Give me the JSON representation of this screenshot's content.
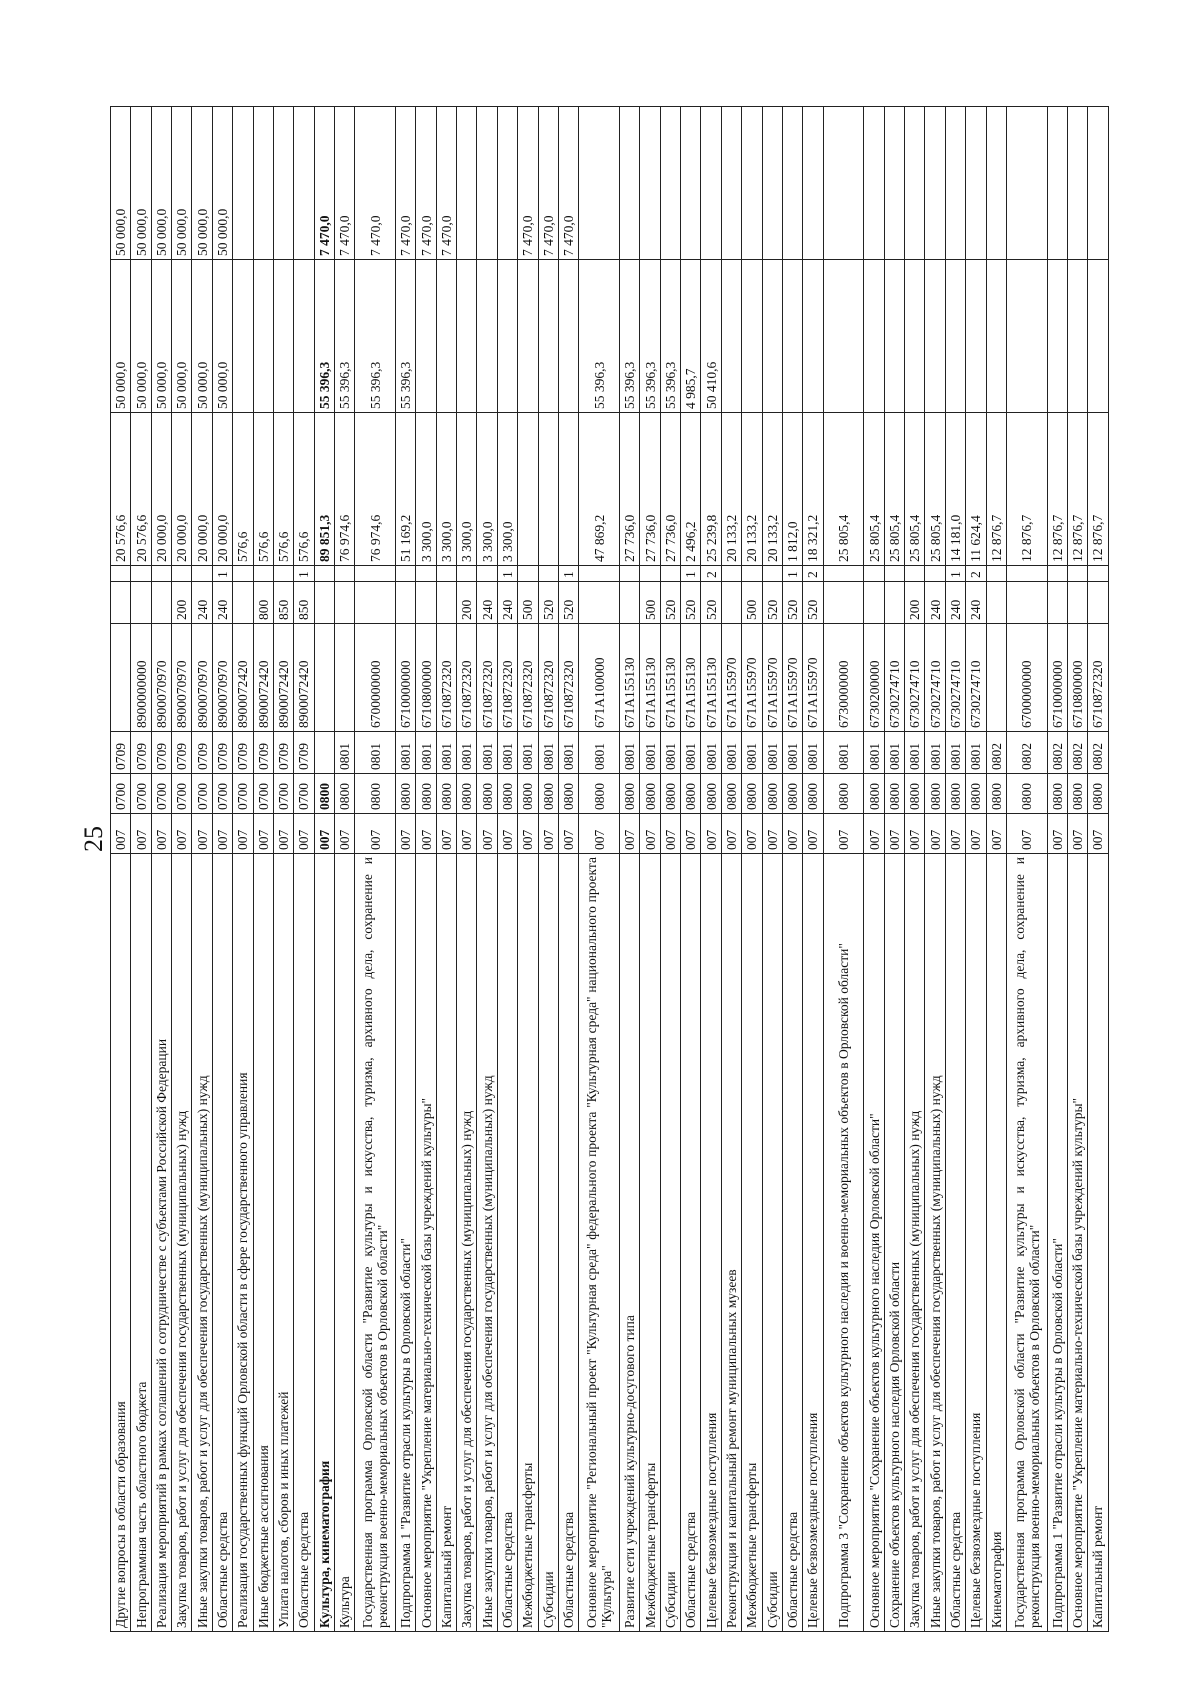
{
  "page": {
    "number": "25"
  },
  "rows": [
    {
      "name": "Другие вопросы в области образования",
      "adm": "007",
      "sec": "0700",
      "sub": "0709",
      "csr": "",
      "vr": "",
      "ms": "",
      "v1": "20 576,6",
      "v2": "50 000,0",
      "v3": "50 000,0"
    },
    {
      "name": "Непрограммная часть областного бюджета",
      "adm": "007",
      "sec": "0700",
      "sub": "0709",
      "csr": "8900000000",
      "vr": "",
      "ms": "",
      "v1": "20 576,6",
      "v2": "50 000,0",
      "v3": "50 000,0"
    },
    {
      "name": "Реализация мероприятий в рамках соглашений о сотрудничестве с субъектами Российской Федерации",
      "adm": "007",
      "sec": "0700",
      "sub": "0709",
      "csr": "8900070970",
      "vr": "",
      "ms": "",
      "v1": "20 000,0",
      "v2": "50 000,0",
      "v3": "50 000,0"
    },
    {
      "name": "Закупка товаров, работ и услуг для обеспечения государственных (муниципальных) нужд",
      "adm": "007",
      "sec": "0700",
      "sub": "0709",
      "csr": "8900070970",
      "vr": "200",
      "ms": "",
      "v1": "20 000,0",
      "v2": "50 000,0",
      "v3": "50 000,0"
    },
    {
      "name": "Иные закупки товаров, работ и услуг для обеспечения государственных (муниципальных) нужд",
      "adm": "007",
      "sec": "0700",
      "sub": "0709",
      "csr": "8900070970",
      "vr": "240",
      "ms": "",
      "v1": "20 000,0",
      "v2": "50 000,0",
      "v3": "50 000,0"
    },
    {
      "name": "Областные средства",
      "adm": "007",
      "sec": "0700",
      "sub": "0709",
      "csr": "8900070970",
      "vr": "240",
      "ms": "1",
      "v1": "20 000,0",
      "v2": "50 000,0",
      "v3": "50 000,0"
    },
    {
      "name": "Реализация государственных функций Орловской области в сфере государственного управления",
      "adm": "007",
      "sec": "0700",
      "sub": "0709",
      "csr": "8900072420",
      "vr": "",
      "ms": "",
      "v1": "576,6",
      "v2": "",
      "v3": ""
    },
    {
      "name": "Иные бюджетные ассигнования",
      "adm": "007",
      "sec": "0700",
      "sub": "0709",
      "csr": "8900072420",
      "vr": "800",
      "ms": "",
      "v1": "576,6",
      "v2": "",
      "v3": ""
    },
    {
      "name": "Уплата налогов, сборов и иных платежей",
      "adm": "007",
      "sec": "0700",
      "sub": "0709",
      "csr": "8900072420",
      "vr": "850",
      "ms": "",
      "v1": "576,6",
      "v2": "",
      "v3": ""
    },
    {
      "name": "Областные средства",
      "adm": "007",
      "sec": "0700",
      "sub": "0709",
      "csr": "8900072420",
      "vr": "850",
      "ms": "1",
      "v1": "576,6",
      "v2": "",
      "v3": ""
    },
    {
      "name": "Культура, кинематография",
      "adm": "007",
      "sec": "0800",
      "sub": "",
      "csr": "",
      "vr": "",
      "ms": "",
      "v1": "89 851,3",
      "v2": "55 396,3",
      "v3": "7 470,0",
      "bold": true
    },
    {
      "name": "Культура",
      "adm": "007",
      "sec": "0800",
      "sub": "0801",
      "csr": "",
      "vr": "",
      "ms": "",
      "v1": "76 974,6",
      "v2": "55 396,3",
      "v3": "7 470,0"
    },
    {
      "name": "Государственная программа Орловской области \"Развитие культуры и искусства, туризма, архивного дела, сохранение и реконструкция военно-мемориальных объектов в Орловской области\"",
      "adm": "007",
      "sec": "0800",
      "sub": "0801",
      "csr": "6700000000",
      "vr": "",
      "ms": "",
      "v1": "76 974,6",
      "v2": "55 396,3",
      "v3": "7 470,0",
      "tall": true
    },
    {
      "name": "Подпрограмма 1 \"Развитие отрасли культуры в Орловской области\"",
      "adm": "007",
      "sec": "0800",
      "sub": "0801",
      "csr": "6710000000",
      "vr": "",
      "ms": "",
      "v1": "51 169,2",
      "v2": "55 396,3",
      "v3": "7 470,0"
    },
    {
      "name": "Основное мероприятие \"Укрепление материально-технической базы учреждений культуры\"",
      "adm": "007",
      "sec": "0800",
      "sub": "0801",
      "csr": "6710800000",
      "vr": "",
      "ms": "",
      "v1": "3 300,0",
      "v2": "",
      "v3": "7 470,0"
    },
    {
      "name": "Капитальный ремонт",
      "adm": "007",
      "sec": "0800",
      "sub": "0801",
      "csr": "6710872320",
      "vr": "",
      "ms": "",
      "v1": "3 300,0",
      "v2": "",
      "v3": "7 470,0"
    },
    {
      "name": "Закупка товаров, работ и услуг для обеспечения государственных (муниципальных) нужд",
      "adm": "007",
      "sec": "0800",
      "sub": "0801",
      "csr": "6710872320",
      "vr": "200",
      "ms": "",
      "v1": "3 300,0",
      "v2": "",
      "v3": ""
    },
    {
      "name": "Иные закупки товаров, работ и услуг для обеспечения государственных (муниципальных) нужд",
      "adm": "007",
      "sec": "0800",
      "sub": "0801",
      "csr": "6710872320",
      "vr": "240",
      "ms": "",
      "v1": "3 300,0",
      "v2": "",
      "v3": ""
    },
    {
      "name": "Областные средства",
      "adm": "007",
      "sec": "0800",
      "sub": "0801",
      "csr": "6710872320",
      "vr": "240",
      "ms": "1",
      "v1": "3 300,0",
      "v2": "",
      "v3": ""
    },
    {
      "name": "Межбюджетные трансферты",
      "adm": "007",
      "sec": "0800",
      "sub": "0801",
      "csr": "6710872320",
      "vr": "500",
      "ms": "",
      "v1": "",
      "v2": "",
      "v3": "7 470,0"
    },
    {
      "name": "Субсидии",
      "adm": "007",
      "sec": "0800",
      "sub": "0801",
      "csr": "6710872320",
      "vr": "520",
      "ms": "",
      "v1": "",
      "v2": "",
      "v3": "7 470,0"
    },
    {
      "name": "Областные средства",
      "adm": "007",
      "sec": "0800",
      "sub": "0801",
      "csr": "6710872320",
      "vr": "520",
      "ms": "1",
      "v1": "",
      "v2": "",
      "v3": "7 470,0"
    },
    {
      "name": "Основное мероприятие \"Региональный проект \"Культурная среда\" федерального проекта \"Культурная среда\" национального проекта \"Культура\"",
      "adm": "007",
      "sec": "0800",
      "sub": "0801",
      "csr": "671A100000",
      "vr": "",
      "ms": "",
      "v1": "47 869,2",
      "v2": "55 396,3",
      "v3": "",
      "tall": true
    },
    {
      "name": "Развитие сети учреждений культурно-досугового типа",
      "adm": "007",
      "sec": "0800",
      "sub": "0801",
      "csr": "671A155130",
      "vr": "",
      "ms": "",
      "v1": "27 736,0",
      "v2": "55 396,3",
      "v3": ""
    },
    {
      "name": "Межбюджетные трансферты",
      "adm": "007",
      "sec": "0800",
      "sub": "0801",
      "csr": "671A155130",
      "vr": "500",
      "ms": "",
      "v1": "27 736,0",
      "v2": "55 396,3",
      "v3": ""
    },
    {
      "name": "Субсидии",
      "adm": "007",
      "sec": "0800",
      "sub": "0801",
      "csr": "671A155130",
      "vr": "520",
      "ms": "",
      "v1": "27 736,0",
      "v2": "55 396,3",
      "v3": ""
    },
    {
      "name": "Областные средства",
      "adm": "007",
      "sec": "0800",
      "sub": "0801",
      "csr": "671A155130",
      "vr": "520",
      "ms": "1",
      "v1": "2 496,2",
      "v2": "4 985,7",
      "v3": ""
    },
    {
      "name": "Целевые безвозмездные поступления",
      "adm": "007",
      "sec": "0800",
      "sub": "0801",
      "csr": "671A155130",
      "vr": "520",
      "ms": "2",
      "v1": "25 239,8",
      "v2": "50 410,6",
      "v3": ""
    },
    {
      "name": "Реконструкция и капитальный ремонт муниципальных музеев",
      "adm": "007",
      "sec": "0800",
      "sub": "0801",
      "csr": "671A155970",
      "vr": "",
      "ms": "",
      "v1": "20 133,2",
      "v2": "",
      "v3": ""
    },
    {
      "name": "Межбюджетные трансферты",
      "adm": "007",
      "sec": "0800",
      "sub": "0801",
      "csr": "671A155970",
      "vr": "500",
      "ms": "",
      "v1": "20 133,2",
      "v2": "",
      "v3": ""
    },
    {
      "name": "Субсидии",
      "adm": "007",
      "sec": "0800",
      "sub": "0801",
      "csr": "671A155970",
      "vr": "520",
      "ms": "",
      "v1": "20 133,2",
      "v2": "",
      "v3": ""
    },
    {
      "name": "Областные средства",
      "adm": "007",
      "sec": "0800",
      "sub": "0801",
      "csr": "671A155970",
      "vr": "520",
      "ms": "1",
      "v1": "1 812,0",
      "v2": "",
      "v3": ""
    },
    {
      "name": "Целевые безвозмездные поступления",
      "adm": "007",
      "sec": "0800",
      "sub": "0801",
      "csr": "671A155970",
      "vr": "520",
      "ms": "2",
      "v1": "18 321,2",
      "v2": "",
      "v3": ""
    },
    {
      "name": "Подпрограмма 3 \"Сохранение объектов культурного наследия и военно-мемориальных объектов в Орловской области\"",
      "adm": "007",
      "sec": "0800",
      "sub": "0801",
      "csr": "6730000000",
      "vr": "",
      "ms": "",
      "v1": "25 805,4",
      "v2": "",
      "v3": "",
      "tall": true
    },
    {
      "name": "Основное мероприятие \"Сохранение объектов культурного наследия Орловской области\"",
      "adm": "007",
      "sec": "0800",
      "sub": "0801",
      "csr": "6730200000",
      "vr": "",
      "ms": "",
      "v1": "25 805,4",
      "v2": "",
      "v3": ""
    },
    {
      "name": "Сохранение объектов культурного наследия Орловской области",
      "adm": "007",
      "sec": "0800",
      "sub": "0801",
      "csr": "6730274710",
      "vr": "",
      "ms": "",
      "v1": "25 805,4",
      "v2": "",
      "v3": ""
    },
    {
      "name": "Закупка товаров, работ и услуг для обеспечения государственных (муниципальных) нужд",
      "adm": "007",
      "sec": "0800",
      "sub": "0801",
      "csr": "6730274710",
      "vr": "200",
      "ms": "",
      "v1": "25 805,4",
      "v2": "",
      "v3": ""
    },
    {
      "name": "Иные закупки товаров, работ и услуг для обеспечения государственных (муниципальных) нужд",
      "adm": "007",
      "sec": "0800",
      "sub": "0801",
      "csr": "6730274710",
      "vr": "240",
      "ms": "",
      "v1": "25 805,4",
      "v2": "",
      "v3": ""
    },
    {
      "name": "Областные средства",
      "adm": "007",
      "sec": "0800",
      "sub": "0801",
      "csr": "6730274710",
      "vr": "240",
      "ms": "1",
      "v1": "14 181,0",
      "v2": "",
      "v3": ""
    },
    {
      "name": "Целевые безвозмездные поступления",
      "adm": "007",
      "sec": "0800",
      "sub": "0801",
      "csr": "6730274710",
      "vr": "240",
      "ms": "2",
      "v1": "11 624,4",
      "v2": "",
      "v3": ""
    },
    {
      "name": "Кинематография",
      "adm": "007",
      "sec": "0800",
      "sub": "0802",
      "csr": "",
      "vr": "",
      "ms": "",
      "v1": "12 876,7",
      "v2": "",
      "v3": ""
    },
    {
      "name": "Государственная программа Орловской области \"Развитие культуры и искусства, туризма, архивного дела, сохранение и реконструкция военно-мемориальных объектов в Орловской области\"",
      "adm": "007",
      "sec": "0800",
      "sub": "0802",
      "csr": "6700000000",
      "vr": "",
      "ms": "",
      "v1": "12 876,7",
      "v2": "",
      "v3": "",
      "tall": true
    },
    {
      "name": "Подпрограмма 1 \"Развитие отрасли культуры в Орловской области\"",
      "adm": "007",
      "sec": "0800",
      "sub": "0802",
      "csr": "6710000000",
      "vr": "",
      "ms": "",
      "v1": "12 876,7",
      "v2": "",
      "v3": ""
    },
    {
      "name": "Основное мероприятие \"Укрепление материально-технической базы учреждений культуры\"",
      "adm": "007",
      "sec": "0800",
      "sub": "0802",
      "csr": "6710800000",
      "vr": "",
      "ms": "",
      "v1": "12 876,7",
      "v2": "",
      "v3": ""
    },
    {
      "name": "Капитальный ремонт",
      "adm": "007",
      "sec": "0800",
      "sub": "0802",
      "csr": "6710872320",
      "vr": "",
      "ms": "",
      "v1": "12 876,7",
      "v2": "",
      "v3": ""
    }
  ]
}
